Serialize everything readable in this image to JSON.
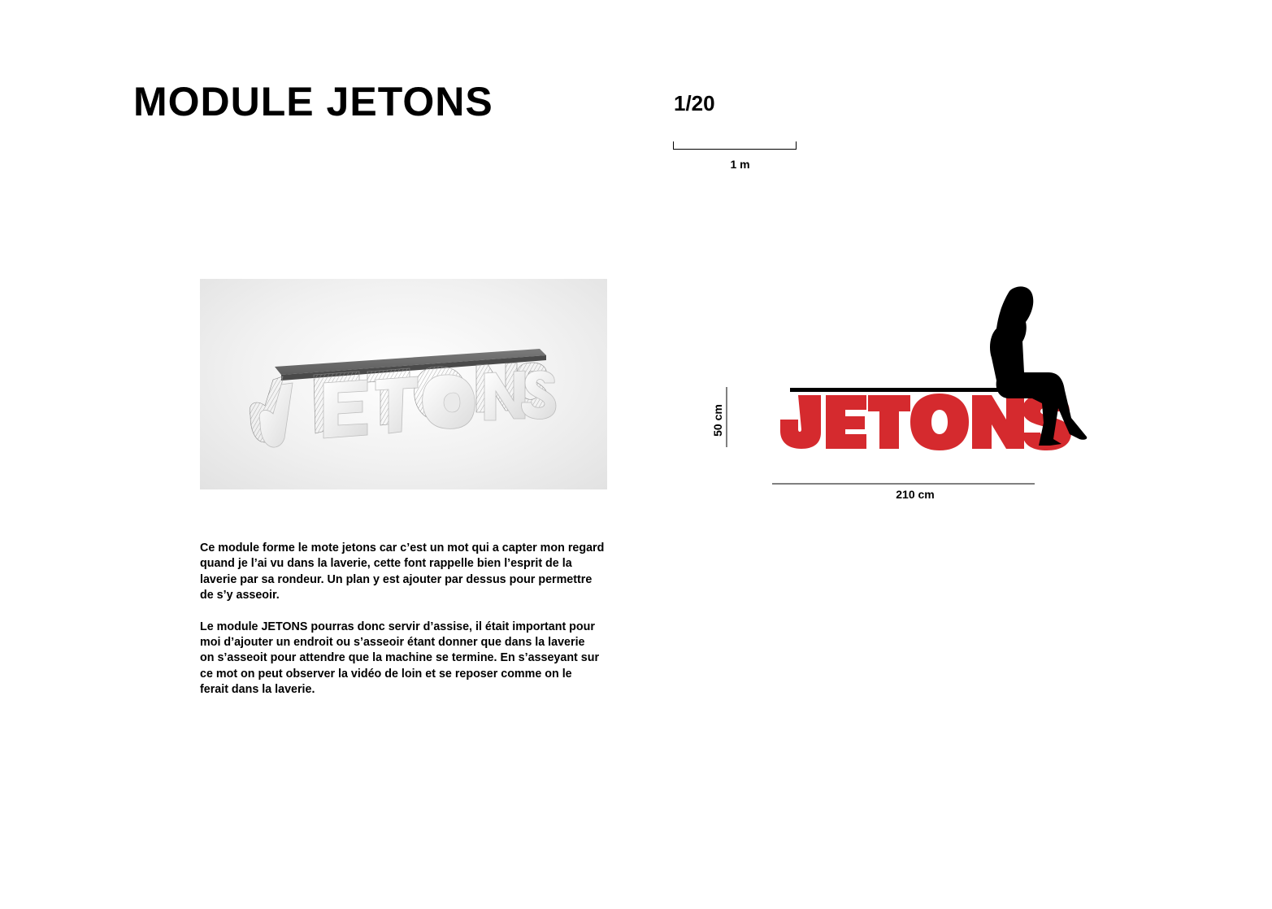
{
  "page": {
    "title": "MODULE JETONS"
  },
  "scale": {
    "ratio": "1/20",
    "bar_label": "1 m"
  },
  "render": {
    "word": "JETONS"
  },
  "description": {
    "paragraphs": [
      "Ce module forme le mote jetons car c’est un mot qui a capter mon regard\nquand je l’ai vu dans la laverie, cette font rappelle bien l’esprit de la\nlaverie par sa rondeur. Un plan y est ajouter par dessus pour permettre\nde s’y asseoir.",
      "Le module JETONS pourras donc servir d’assise, il était important pour\nmoi d’ajouter un endroit ou s’asseoir étant donner que dans la laverie\non s’asseoit pour attendre que la machine se termine. En s’asseyant sur\nce mot on peut observer la vidéo de loin et se reposer comme on le\nferait dans la laverie."
    ]
  },
  "diagram": {
    "word": "JETONS",
    "height_label": "50 cm",
    "width_label": "210 cm",
    "colors": {
      "letters": "#d52a2e",
      "silhouette": "#000000",
      "bench": "#000000"
    }
  }
}
